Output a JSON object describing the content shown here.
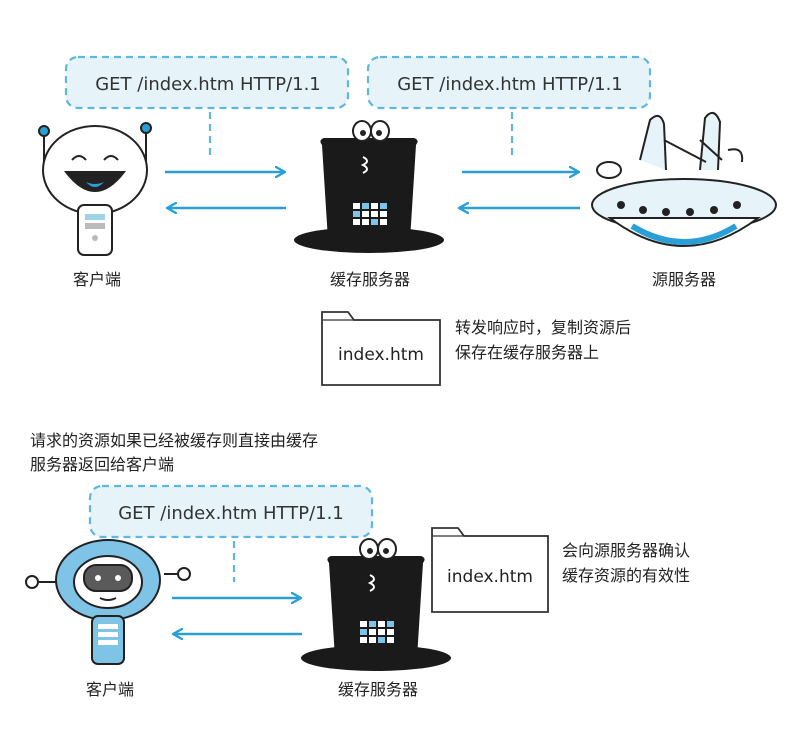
{
  "colors": {
    "accent_blue": "#2a9fd6",
    "bubble_fill": "#e6f4f9",
    "bubble_stroke": "#5fb8dc",
    "hat_black": "#1a1a1a",
    "robot_blue": "#7fc4e6"
  },
  "top": {
    "request_bubble_left": "GET /index.htm HTTP/1.1",
    "request_bubble_right": "GET /index.htm HTTP/1.1",
    "client_label": "客户端",
    "cache_label": "缓存服务器",
    "origin_label": "源服务器",
    "file_label": "index.htm",
    "note_lines": [
      "转发响应时，复制资源后",
      "保存在缓存服务器上"
    ]
  },
  "bottom": {
    "caption_lines": [
      "请求的资源如果已经被缓存则直接由缓存",
      "服务器返回给客户端"
    ],
    "request_bubble": "GET /index.htm HTTP/1.1",
    "client_label": "客户端",
    "cache_label": "缓存服务器",
    "file_label": "index.htm",
    "note_lines": [
      "会向源服务器确认",
      "缓存资源的有效性"
    ]
  }
}
